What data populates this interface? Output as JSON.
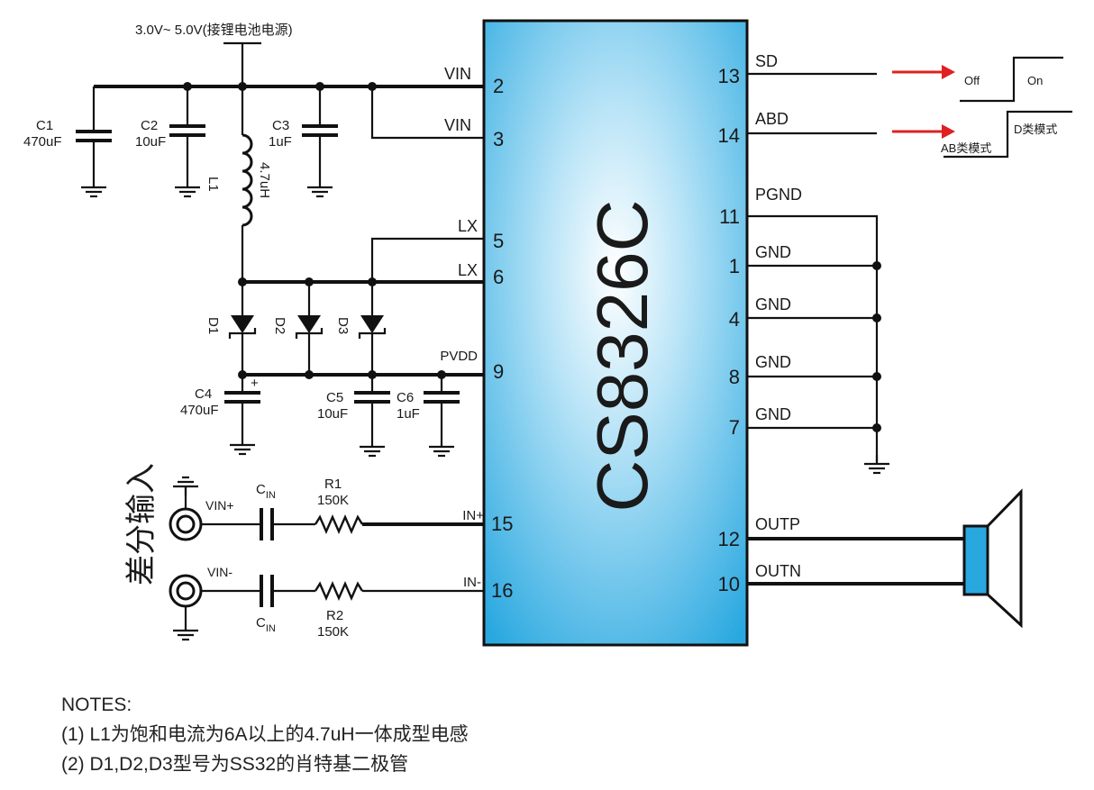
{
  "supply_label": "3.0V~ 5.0V(接锂电池电源)",
  "chip": {
    "name": "CS8326C",
    "fill_color": "#29a8e0",
    "left_pins": [
      {
        "name": "VIN",
        "number": "2"
      },
      {
        "name": "VIN",
        "number": "3"
      },
      {
        "name": "LX",
        "number": "5"
      },
      {
        "name": "LX",
        "number": "6"
      },
      {
        "name": "PVDD",
        "number": "9"
      },
      {
        "name": "IN+",
        "number": "15"
      },
      {
        "name": "IN-",
        "number": "16"
      }
    ],
    "right_pins": [
      {
        "name": "SD",
        "number": "13"
      },
      {
        "name": "ABD",
        "number": "14"
      },
      {
        "name": "PGND",
        "number": "11"
      },
      {
        "name": "GND",
        "number": "1"
      },
      {
        "name": "GND",
        "number": "4"
      },
      {
        "name": "GND",
        "number": "8"
      },
      {
        "name": "GND",
        "number": "7"
      },
      {
        "name": "OUTP",
        "number": "12"
      },
      {
        "name": "OUTN",
        "number": "10"
      }
    ]
  },
  "components": {
    "c1": {
      "name": "C1",
      "value": "470uF"
    },
    "c2": {
      "name": "C2",
      "value": "10uF"
    },
    "c3": {
      "name": "C3",
      "value": "1uF"
    },
    "l1": {
      "name": "L1",
      "value": "4.7uH"
    },
    "d1": {
      "name": "D1"
    },
    "d2": {
      "name": "D2"
    },
    "d3": {
      "name": "D3"
    },
    "c4": {
      "name": "C4",
      "value": "470uF",
      "polarity": "+"
    },
    "c5": {
      "name": "C5",
      "value": "10uF"
    },
    "c6": {
      "name": "C6",
      "value": "1uF"
    },
    "r1": {
      "name": "R1",
      "value": "150K"
    },
    "r2": {
      "name": "R2",
      "value": "150K"
    },
    "cin_label": "C",
    "cin_sub": "IN"
  },
  "inputs": {
    "title": "差分输入",
    "vin_plus": "VIN+",
    "vin_minus": "VIN-"
  },
  "sd_control": {
    "off_label": "Off",
    "on_label": "On"
  },
  "abd_control": {
    "ab_label": "AB类模式",
    "d_label": "D类模式"
  },
  "arrow_color": "#e02020",
  "notes": {
    "title": "NOTES:",
    "items": [
      "(1)  L1为饱和电流为6A以上的4.7uH一体成型电感",
      "(2)  D1,D2,D3型号为SS32的肖特基二极管"
    ]
  }
}
